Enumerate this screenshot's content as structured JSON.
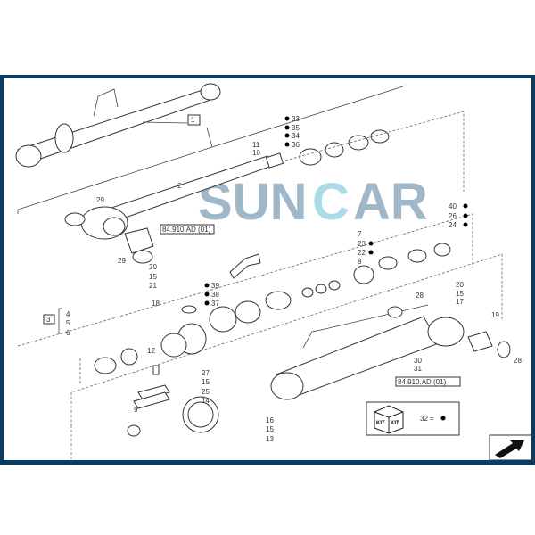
{
  "watermark": {
    "text_a": "SUN",
    "text_b": "C",
    "text_c": "AR",
    "color": "#7f9fb3",
    "accent": "#8fd0e0"
  },
  "frame_color": "#0d3b5e",
  "callouts": {
    "assembly": "1",
    "rod": "2",
    "head_group": "3",
    "c4": "4",
    "c5": "5",
    "c6": "6",
    "c7": "7",
    "c8": "8",
    "c9": "9",
    "c10": "10",
    "c11": "11",
    "c12": "12",
    "c13": "13",
    "c14": "14",
    "c15a": "15",
    "c15b": "15",
    "c15c": "15",
    "c15d": "15",
    "c16": "16",
    "c17": "17",
    "c18": "18",
    "c19": "19",
    "c20a": "20",
    "c20b": "20",
    "c21": "21",
    "c22": "22",
    "c23": "23",
    "c24": "24",
    "c25": "25",
    "c26": "26",
    "c27": "27",
    "c28a": "28",
    "c28b": "28",
    "c29a": "29",
    "c29b": "29",
    "c30": "30",
    "c31": "31",
    "c33": "33",
    "c34": "34",
    "c35": "35",
    "c36": "36",
    "c37": "37",
    "c38": "38",
    "c39": "39",
    "c40": "40"
  },
  "references": {
    "ref_top": "84.910.AD (01)",
    "ref_bottom": "84.910.AD (01)"
  },
  "kit": {
    "label_left": "KIT",
    "label_right": "KIT",
    "legend": "32 ="
  },
  "icons": {
    "kit_dot": "filled-circle",
    "nav": "arrow-next-page-icon"
  }
}
